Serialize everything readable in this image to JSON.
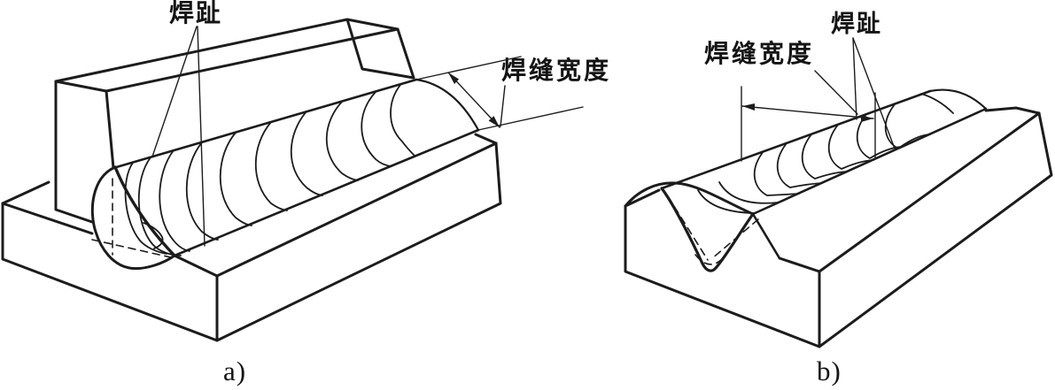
{
  "figure": {
    "background_color": "#ffffff",
    "line_color": "#1c1c1c",
    "panels": [
      {
        "id": "a",
        "caption": "a)",
        "type": "fillet-weld-tee-joint",
        "labels": {
          "weld_toe": "焊趾",
          "weld_width": "焊缝宽度"
        }
      },
      {
        "id": "b",
        "caption": "b)",
        "type": "butt-weld-flat-plate",
        "labels": {
          "weld_toe": "焊趾",
          "weld_width": "焊缝宽度"
        }
      }
    ]
  }
}
